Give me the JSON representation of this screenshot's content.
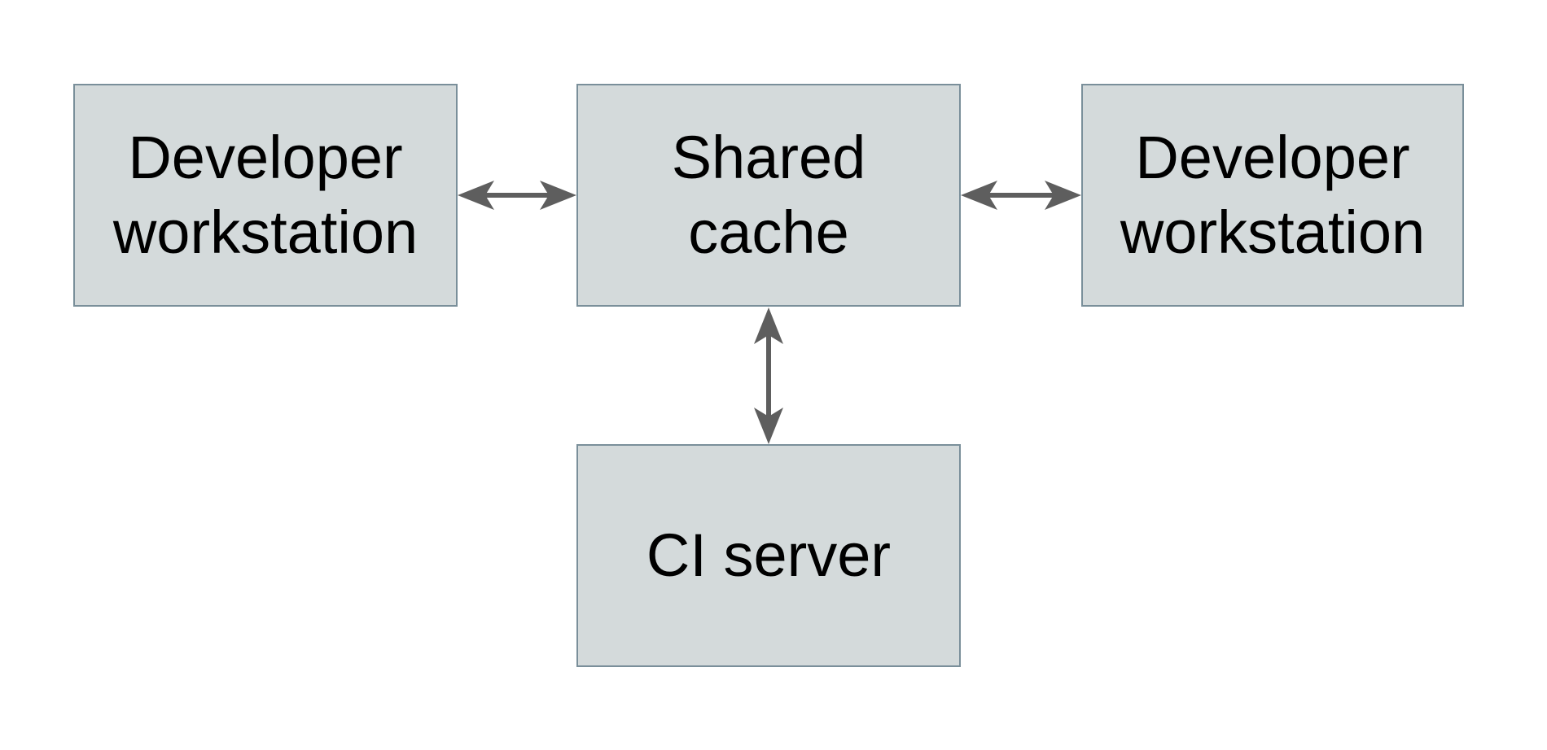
{
  "diagram": {
    "type": "block-diagram",
    "colors": {
      "background": "#ffffff",
      "node_fill": "#d4dadb",
      "node_border": "#7a8f9a",
      "arrow": "#5e5e5e",
      "text": "#000000"
    },
    "nodes": [
      {
        "id": "developer-workstation-left",
        "label": "Developer workstation"
      },
      {
        "id": "shared-cache",
        "label": "Shared cache"
      },
      {
        "id": "developer-workstation-right",
        "label": "Developer workstation"
      },
      {
        "id": "ci-server",
        "label": "CI server"
      }
    ],
    "edges": [
      {
        "from": "developer-workstation-left",
        "to": "shared-cache",
        "direction": "bidirectional"
      },
      {
        "from": "shared-cache",
        "to": "developer-workstation-right",
        "direction": "bidirectional"
      },
      {
        "from": "shared-cache",
        "to": "ci-server",
        "direction": "bidirectional"
      }
    ]
  }
}
